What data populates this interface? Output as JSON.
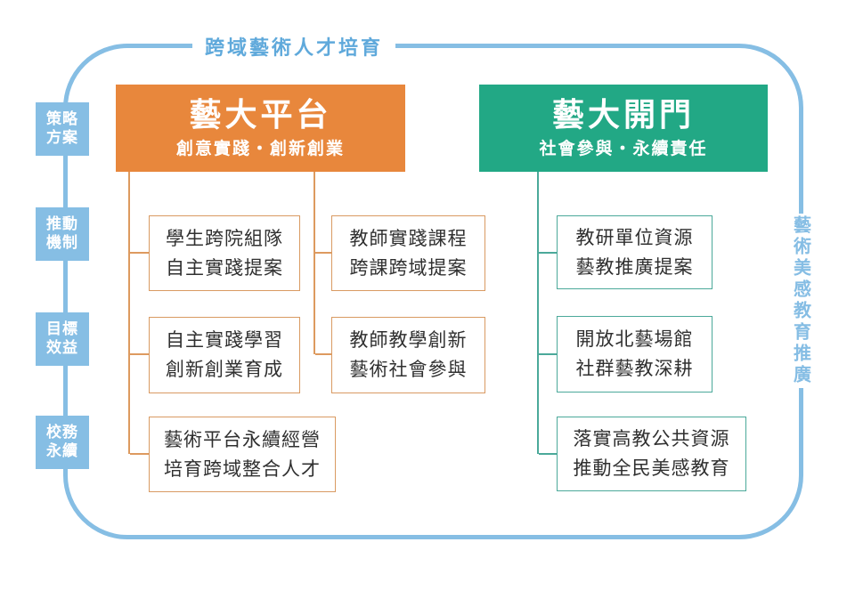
{
  "frame": {
    "top_label": "跨域藝術人才培育",
    "right_label": "藝術美感教育推廣"
  },
  "left_rail": {
    "items": [
      {
        "line1": "策略",
        "line2": "方案"
      },
      {
        "line1": "推動",
        "line2": "機制"
      },
      {
        "line1": "目標",
        "line2": "效益"
      },
      {
        "line1": "校務",
        "line2": "永續"
      }
    ]
  },
  "columns": [
    {
      "title": "藝大平台",
      "subtitle": "創意實踐・創新創業",
      "color": "#E8873C",
      "items": [
        {
          "line1": "學生跨院組隊",
          "line2": "自主實踐提案"
        },
        {
          "line1": "教師實踐課程",
          "line2": "跨課跨域提案"
        },
        {
          "line1": "自主實踐學習",
          "line2": "創新創業育成"
        },
        {
          "line1": "教師教學創新",
          "line2": "藝術社會參與"
        },
        {
          "line1": "藝術平台永續經營",
          "line2": "培育跨域整合人才"
        }
      ]
    },
    {
      "title": "藝大開門",
      "subtitle": "社會參與・永續責任",
      "color": "#22A885",
      "items": [
        {
          "line1": "教研單位資源",
          "line2": "藝教推廣提案"
        },
        {
          "line1": "開放北藝場館",
          "line2": "社群藝教深耕"
        },
        {
          "line1": "落實高教公共資源",
          "line2": "推動全民美感教育"
        }
      ]
    }
  ],
  "colors": {
    "frame_blue": "#86BEE4",
    "banner_text_blue": "#5FA9DB",
    "orange": "#E8873C",
    "orange_line": "#DD9A5F",
    "green": "#22A885",
    "green_line": "#4BA99A",
    "item_text": "#303030"
  }
}
